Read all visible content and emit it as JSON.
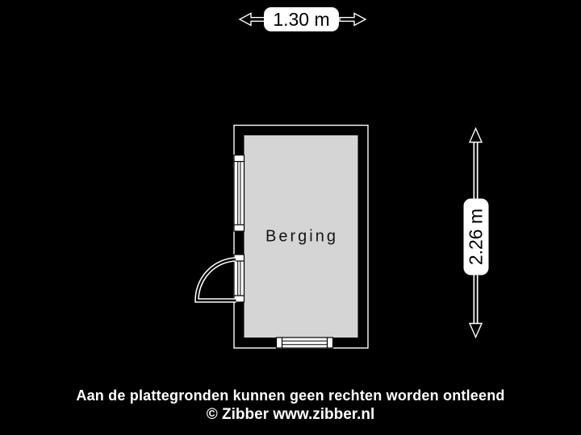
{
  "floorplan": {
    "room_label": "Berging",
    "width_dimension": "1.30 m",
    "height_dimension": "2.26 m"
  },
  "footer": {
    "disclaimer": "Aan de plattegronden kunnen geen rechten worden ontleend",
    "credit": "© Zibber www.zibber.nl"
  },
  "colors": {
    "background": "#000000",
    "wall": "#000000",
    "wall_outline": "#ffffff",
    "floor_fill": "#d5d5d5",
    "dimension_box": "#ffffff",
    "dimension_text": "#000000",
    "room_text": "#141414",
    "footer_text": "#ffffff"
  }
}
